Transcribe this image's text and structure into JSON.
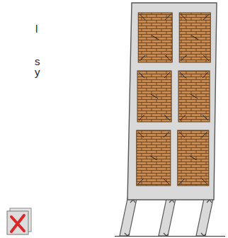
{
  "diagram": {
    "labels": [
      "l",
      "s",
      "y"
    ]
  }
}
